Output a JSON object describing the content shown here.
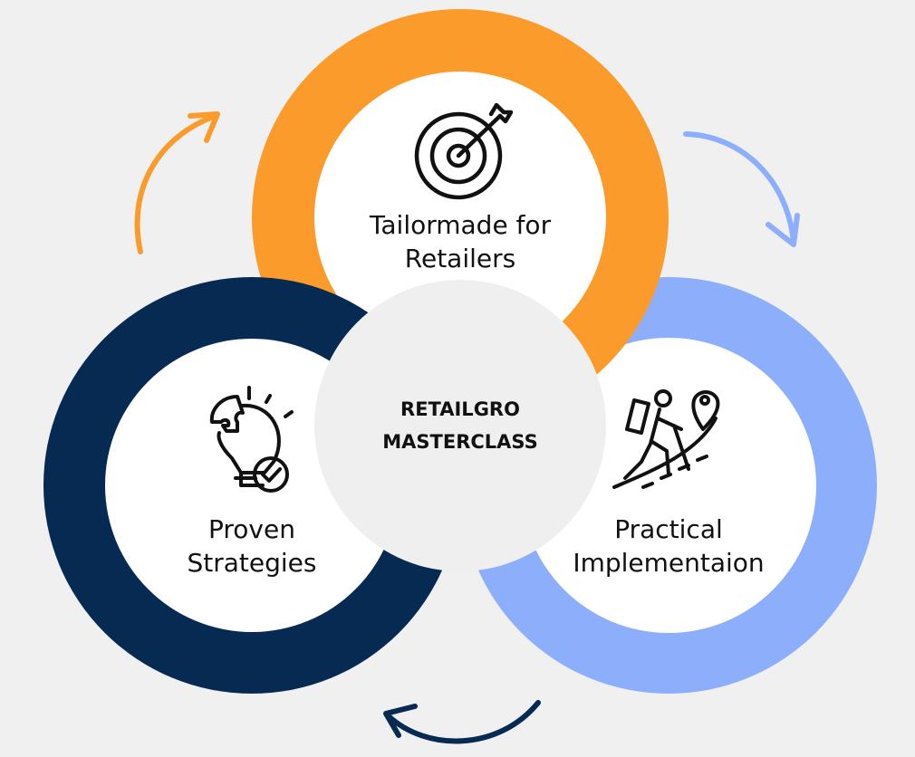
{
  "center": {
    "line1": "RETAILGRO",
    "line2": "MASTERCLASS"
  },
  "items": [
    {
      "line1": "Tailormade for",
      "line2": "Retailers",
      "icon": "target-icon",
      "color": "#fb9b2c"
    },
    {
      "line1": "Proven",
      "line2": "Strategies",
      "icon": "puzzle-bulb-icon",
      "color": "#072a52"
    },
    {
      "line1": "Practical",
      "line2": "Implementaion",
      "icon": "hiker-icon",
      "color": "#8daefb"
    }
  ],
  "colors": {
    "background": "#f0f0f0",
    "center": "#efefef"
  }
}
